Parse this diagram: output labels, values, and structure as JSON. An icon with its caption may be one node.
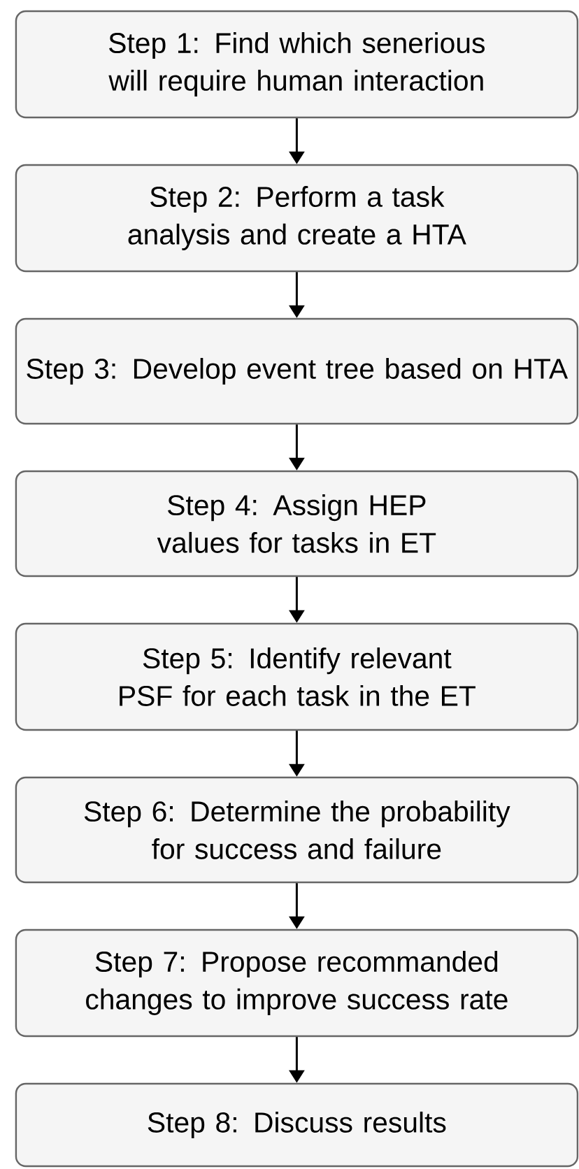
{
  "diagram": {
    "nodes": [
      {
        "text": [
          "Step 1: Find which senerious will require human interaction"
        ]
      },
      {
        "text": [
          "Step 2: Perform a task analysis and create a HTA"
        ]
      },
      {
        "text": [
          "Step 3: Develop event tree based on HTA"
        ]
      },
      {
        "text": [
          "Step 4: Assign HEP values for tasks in ET"
        ]
      },
      {
        "text": [
          "Step 5: Identify relevant PSF for each task in the ET"
        ]
      },
      {
        "text": [
          "Step 6: Determine the probability for success and failure"
        ]
      },
      {
        "text": [
          "Step 7: Propose recommanded changes to improve success rate"
        ]
      },
      {
        "text": [
          "Step 8: Discuss results"
        ]
      }
    ],
    "edges": [
      {
        "from": 0,
        "to": 1,
        "arrow": "to"
      },
      {
        "from": 1,
        "to": 2,
        "arrow": "to"
      },
      {
        "from": 2,
        "to": 3,
        "arrow": "to"
      },
      {
        "from": 3,
        "to": 4,
        "arrow": "to"
      },
      {
        "from": 4,
        "to": 5,
        "arrow": "to"
      },
      {
        "from": 5,
        "to": 6,
        "arrow": "to"
      },
      {
        "from": 6,
        "to": 7,
        "arrow": "to"
      }
    ]
  }
}
